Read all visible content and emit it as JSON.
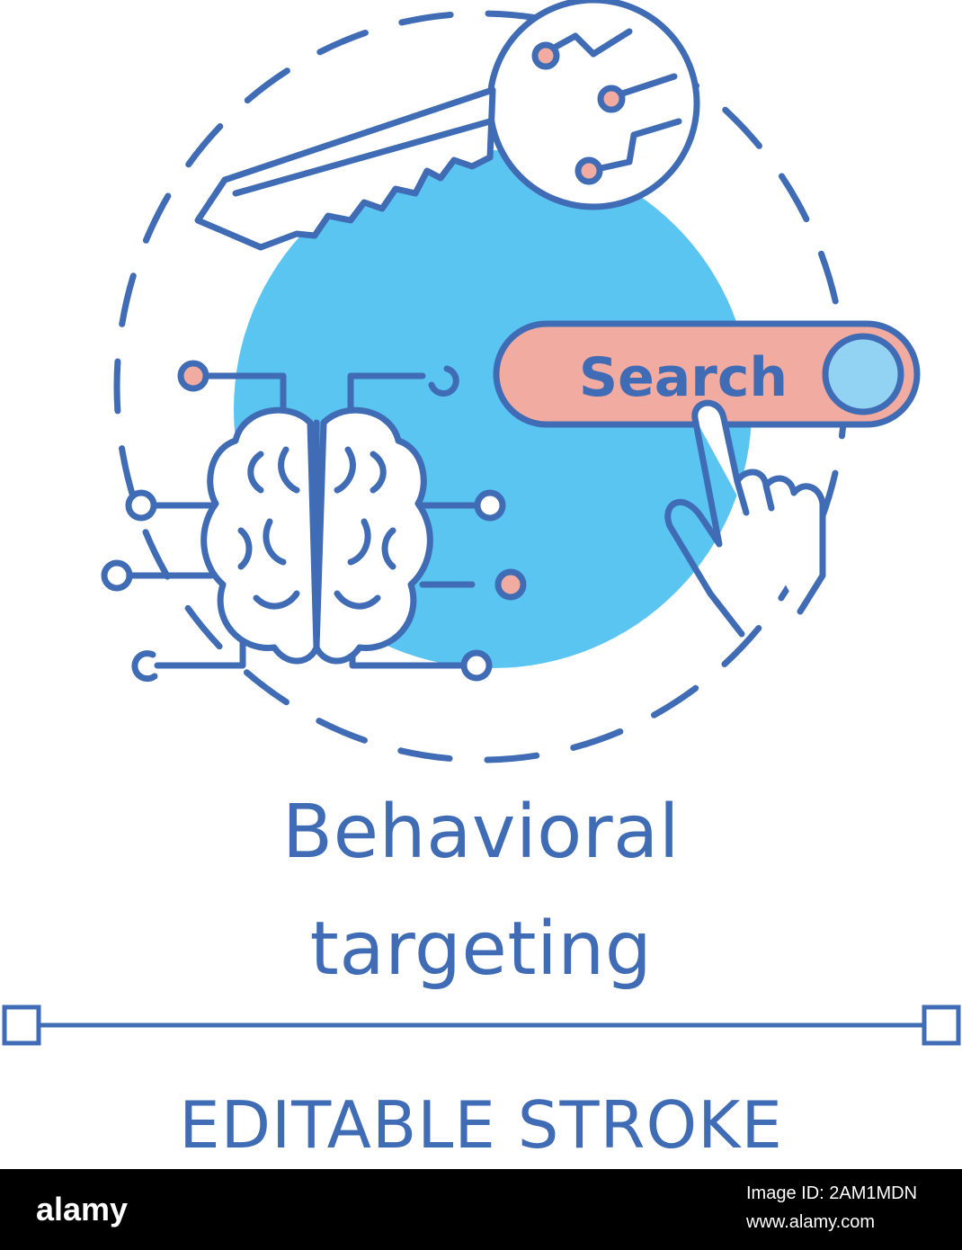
{
  "illustration": {
    "search_label": "Search",
    "colors": {
      "stroke": "#3f6cb5",
      "circle_fill": "#5bc5f2",
      "accent": "#f2aba0",
      "button_knob": "#92d3f3",
      "background": "#ffffff"
    },
    "icons": [
      "key-icon",
      "brain-icon",
      "search-bar-icon",
      "pointing-hand-icon",
      "circuit-icon"
    ]
  },
  "caption": {
    "line1": "Behavioral",
    "line2": "targeting"
  },
  "editable_label": "EDITABLE STROKE",
  "footer": {
    "logo": "alamy",
    "image_id": "Image ID: 2AM1MDN",
    "url": "www.alamy.com"
  }
}
